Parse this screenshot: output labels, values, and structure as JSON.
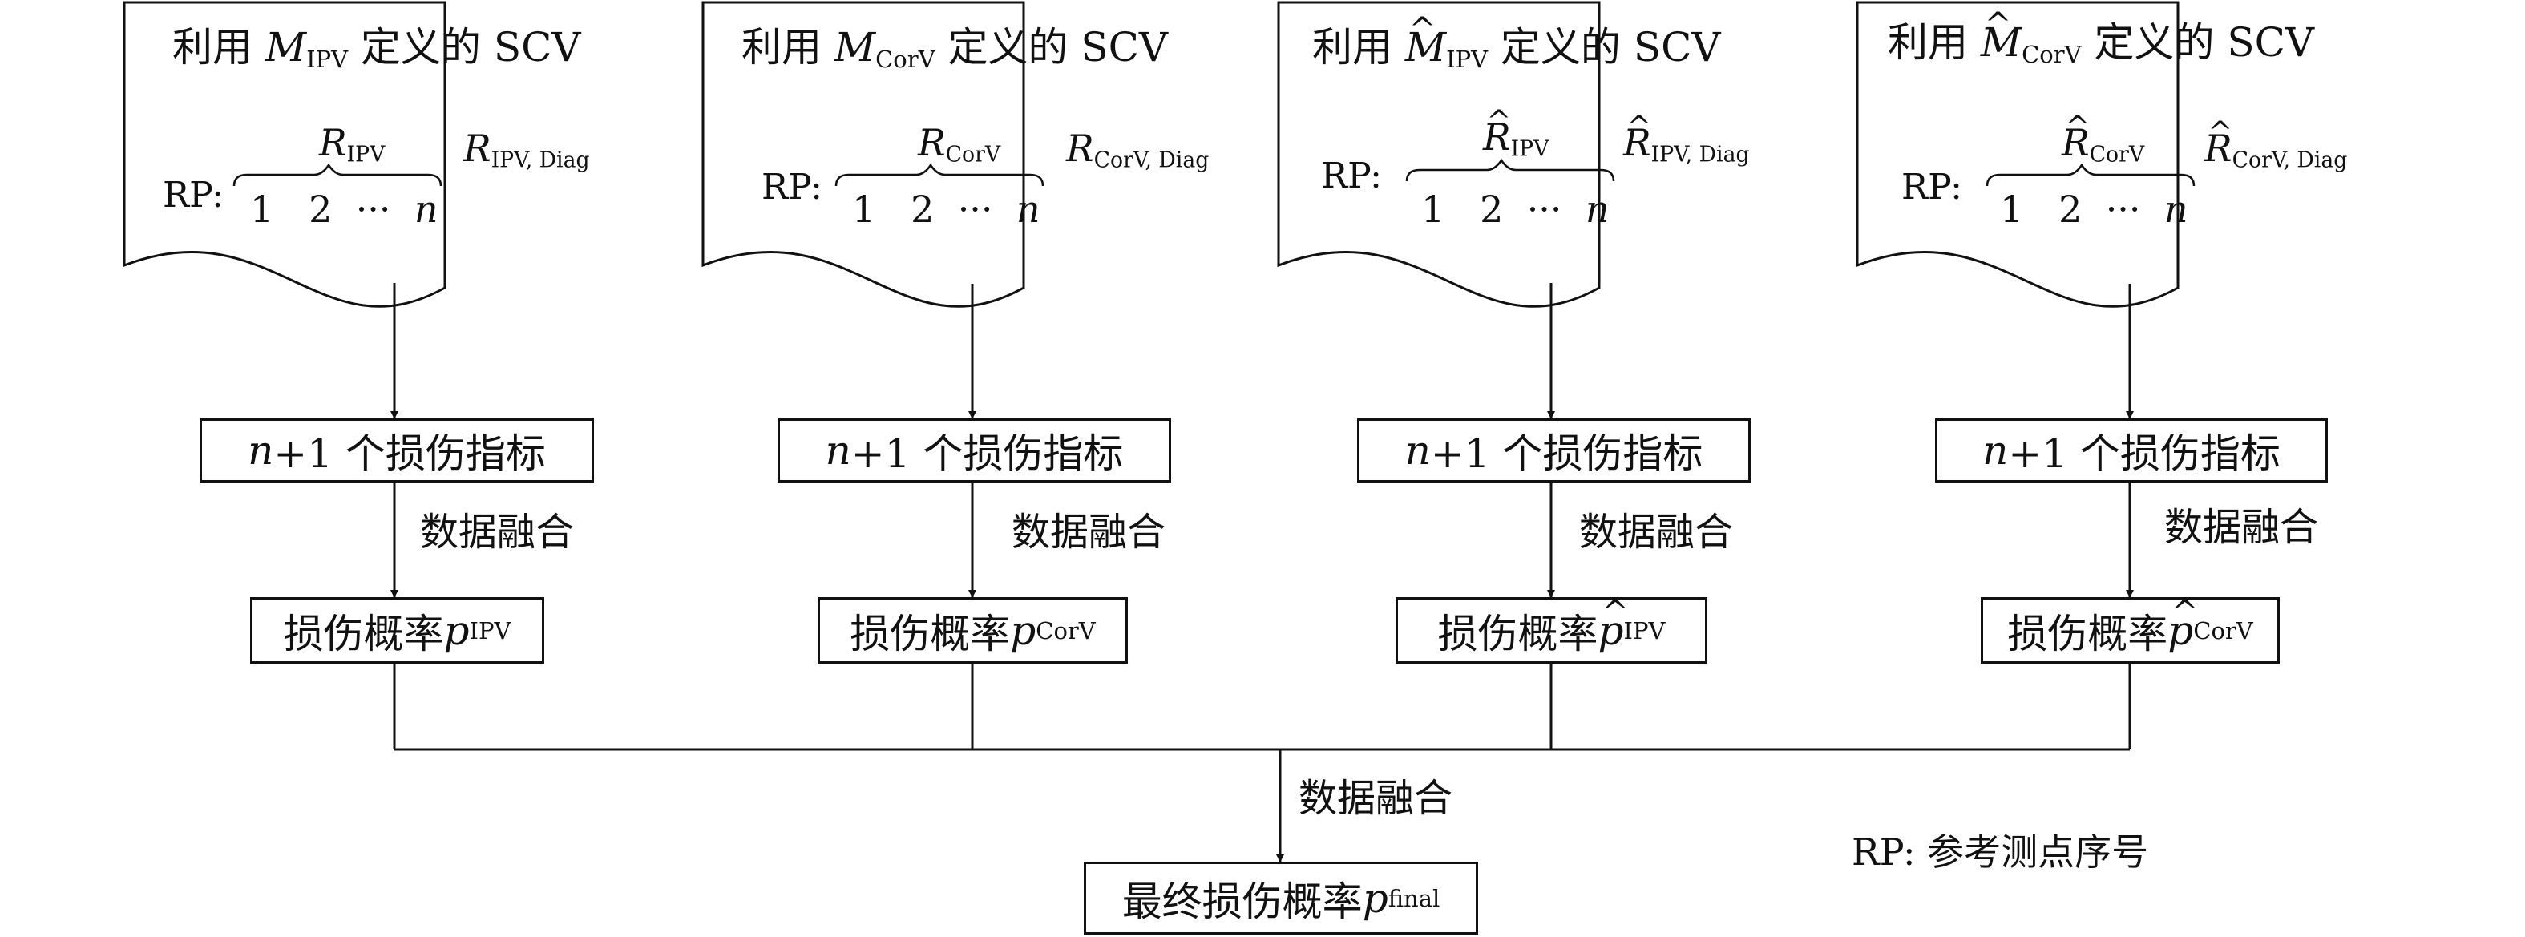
{
  "panels": [
    {
      "title_prefix": "利用 ",
      "M": "M",
      "M_sub": "IPV",
      "title_suffix": " 定义的 SCV",
      "rp": "RP:",
      "R": "R",
      "R_sub": "IPV",
      "R2": "R",
      "R2_sub": "IPV, Diag",
      "seq_1": "1",
      "seq_2": "2",
      "seq_dots": "···",
      "seq_n": "n",
      "indicator_n": "n",
      "indicator_rest": "+1 个损伤指标",
      "fuse": "数据融合",
      "prob_text": "损伤概率 ",
      "p": "p",
      "p_sub": "IPV"
    },
    {
      "title_prefix": "利用 ",
      "M": "M",
      "M_sub": "CorV",
      "title_suffix": " 定义的 SCV",
      "rp": "RP:",
      "R": "R",
      "R_sub": "CorV",
      "R2": "R",
      "R2_sub": "CorV, Diag",
      "seq_1": "1",
      "seq_2": "2",
      "seq_dots": "···",
      "seq_n": "n",
      "indicator_n": "n",
      "indicator_rest": "+1 个损伤指标",
      "fuse": "数据融合",
      "prob_text": "损伤概率 ",
      "p": "p",
      "p_sub": "CorV"
    },
    {
      "title_prefix": "利用 ",
      "M": "M",
      "M_sub": "IPV",
      "title_suffix": " 定义的 SCV",
      "rp": "RP:",
      "R": "R",
      "R_sub": "IPV",
      "R2": "R",
      "R2_sub": "IPV, Diag",
      "seq_1": "1",
      "seq_2": "2",
      "seq_dots": "···",
      "seq_n": "n",
      "indicator_n": "n",
      "indicator_rest": "+1 个损伤指标",
      "fuse": "数据融合",
      "prob_text": "损伤概率 ",
      "p": "p",
      "p_sub": "IPV"
    },
    {
      "title_prefix": "利用 ",
      "M": "M",
      "M_sub": "CorV",
      "title_suffix": " 定义的 SCV",
      "rp": "RP:",
      "R": "R",
      "R_sub": "CorV",
      "R2": "R",
      "R2_sub": "CorV, Diag",
      "seq_1": "1",
      "seq_2": "2",
      "seq_dots": "···",
      "seq_n": "n",
      "indicator_n": "n",
      "indicator_rest": "+1 个损伤指标",
      "fuse": "数据融合",
      "prob_text": "损伤概率 ",
      "p": "p",
      "p_sub": "CorV"
    }
  ],
  "final": {
    "fuse": "数据融合",
    "text": "最终损伤概率 ",
    "p": "p",
    "p_sub": "final"
  },
  "legend": {
    "text": "RP: 参考测点序号"
  }
}
